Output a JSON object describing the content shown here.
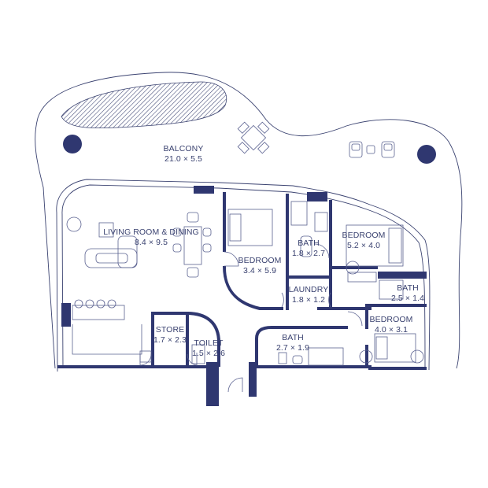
{
  "colors": {
    "line": "#3a4270",
    "wall": "#2f3770",
    "accent_fill": "#2f3770",
    "background": "#ffffff"
  },
  "rooms": [
    {
      "id": "balcony",
      "name": "BALCONY",
      "dims": "21.0 × 5.5"
    },
    {
      "id": "living",
      "name": "LIVING ROOM & DINING",
      "dims": "8.4 × 9.5"
    },
    {
      "id": "bedroom1",
      "name": "BEDROOM",
      "dims": "3.4 × 5.9"
    },
    {
      "id": "bath1",
      "name": "BATH",
      "dims": "1.8 × 2.7"
    },
    {
      "id": "bedroom2",
      "name": "BEDROOM",
      "dims": "5.2 × 4.0"
    },
    {
      "id": "laundry",
      "name": "LAUNDRY",
      "dims": "1.8 × 1.2"
    },
    {
      "id": "bath2",
      "name": "BATH",
      "dims": "2.5 × 1.4"
    },
    {
      "id": "bedroom3",
      "name": "BEDROOM",
      "dims": "4.0 × 3.1"
    },
    {
      "id": "store",
      "name": "STORE",
      "dims": "1.7 × 2.3"
    },
    {
      "id": "toilet",
      "name": "TOILET",
      "dims": "1.5 × 2.6"
    },
    {
      "id": "bath3",
      "name": "BATH",
      "dims": "2.7 × 1.9"
    }
  ],
  "icons": [
    "pool-hatch-icon",
    "planter-icon",
    "patio-table-icon",
    "lounger-icon",
    "tree-icon",
    "door-swing-icon"
  ]
}
